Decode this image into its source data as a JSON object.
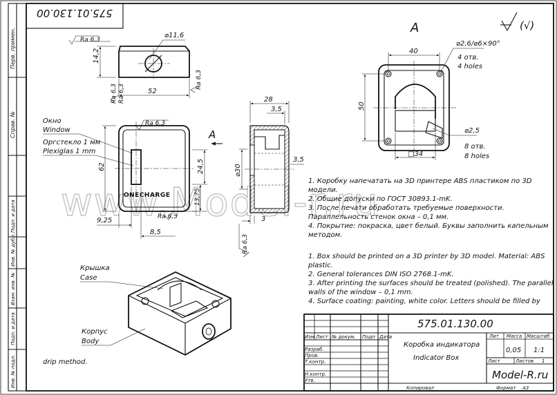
{
  "drawing": {
    "number_stamp": "575.01.130.00",
    "view_label": "A",
    "surface_symbol_label": "(√)",
    "watermark": "www.Model-r.ru"
  },
  "side_strip": {
    "perv_primen": "Перв. примен.",
    "sprav_no": "Справ. №",
    "podp_data_1": "Подп. и дата",
    "inv_dubl": "Инв. № дубл.",
    "vzam_inv": "Взам. инв. №",
    "podp_data_2": "Подп. и дата",
    "inv_podl": "Инв. № подл."
  },
  "top_view": {
    "dim_width": "52",
    "dim_height": "14,2",
    "dim_hole": "⌀11,6",
    "ra_left": "Ra 6,3",
    "ra_bottom_left": "Ra 6,3",
    "ra_right": "Ra 6,3",
    "ra_top": "Ra 6,3"
  },
  "front_view": {
    "label_window_ru": "Окно",
    "label_window_en": "Window",
    "label_glass_ru": "Оргстекло 1 мм",
    "label_glass_en": "Plexiglas 1 mm",
    "ra_top": "Ra 6,3",
    "ra_bottom": "Ra 6,3",
    "dim_62": "62",
    "dim_24_5": "24,5",
    "dim_13_75": "13,75",
    "dim_9_25": "9,25",
    "dim_8_5": "8,5",
    "logo_text": "ONECHARGE",
    "arrow_label": "A"
  },
  "section_view": {
    "dim_28": "28",
    "dim_3_5_top": "3,5",
    "dim_3_5_right": "3,5",
    "dim_dia30": "⌀30",
    "dim_3": "3",
    "ra_bottom": "Ra 6,3"
  },
  "view_a": {
    "dim_40": "40",
    "dim_50": "50",
    "dim_34": "□34",
    "hole_spec": "⌀2,6/⌀6×90°",
    "holes_ru": "4 отв.",
    "holes_en": "4 holes",
    "dia2_5": "⌀2,5",
    "holes8_ru": "8 отв.",
    "holes8_en": "8 holes"
  },
  "labels_3d": {
    "cover_ru": "Крышка",
    "cover_en": "Case",
    "body_ru": "Корпус",
    "body_en": "Body",
    "drip": "drip method."
  },
  "notes_ru": [
    "1. Коробку напечатать на 3D принтере ABS пластиком по 3D",
    "модели.",
    "2. Общие допуски по ГОСТ 30893.1-mK.",
    "3. После печати обработать требуемые поверхности.",
    "Параллельность стенок окна – 0,1 мм.",
    "4. Покрытие: покраска, цвет белый. Буквы заполнить капельным",
    "методом."
  ],
  "notes_en": [
    "1. Box should be printed on a 3D printer by 3D model. Material: ABS",
    "plastic.",
    "2. General tolerances DIN ISO 2768.1-mK.",
    "3. After printing the surfaces should be treated (polished). The parallel",
    "walls of the window – 0,1 mm.",
    "4. Surface coating: painting, white color. Letters should be filled by"
  ],
  "title_block": {
    "number": "575.01.130.00",
    "name_ru": "Коробка индикатора",
    "name_en": "Indicator Box",
    "col_izm": "Изм",
    "col_list": "Лист",
    "col_doc": "№ докум.",
    "col_podp": "Подп",
    "col_data": "Дата",
    "row_razrab": "Разраб.",
    "row_prov": "Пров.",
    "row_tkontr": "Т.контр.",
    "row_nkontr": "Н.контр.",
    "row_utv": "Утв.",
    "h_lit": "Лит",
    "h_massa": "Масса",
    "h_masshtab": "Масштаб",
    "massa": "0,05",
    "masshtab": "1:1",
    "list_label": "Лист",
    "listov_label": "Листов",
    "listov_value": "1",
    "company": "Model-R.ru",
    "kopiroval": "Копировал",
    "format": "Формат",
    "format_value": "А3"
  }
}
